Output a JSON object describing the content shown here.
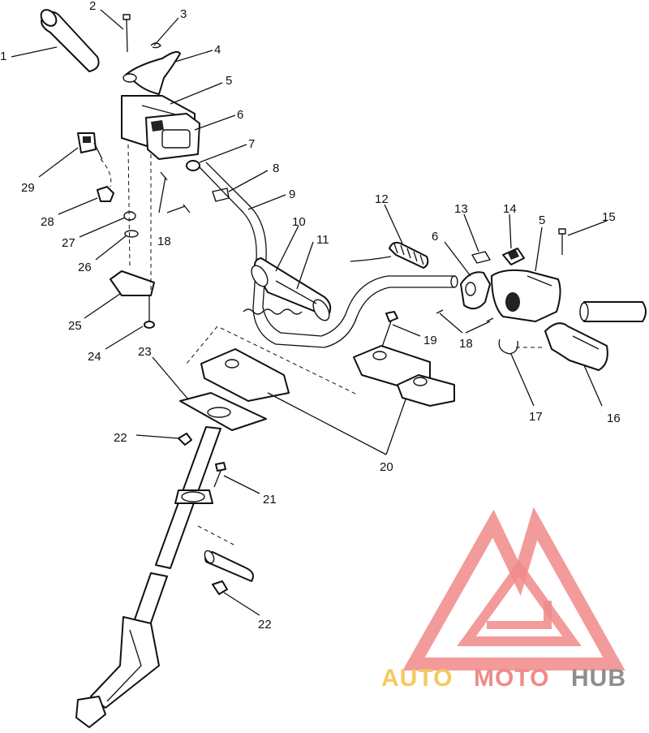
{
  "callouts": [
    "1",
    "2",
    "3",
    "4",
    "5",
    "6",
    "7",
    "8",
    "9",
    "10",
    "11",
    "12",
    "13",
    "14",
    "5",
    "15",
    "29",
    "28",
    "27",
    "26",
    "18",
    "6",
    "18",
    "25",
    "24",
    "23",
    "19",
    "17",
    "16",
    "22",
    "20",
    "21",
    "22"
  ],
  "watermark": {
    "part1": "AUTO",
    "part2": "MOTO",
    "part3": "HUB",
    "color1": "#f5c95c",
    "color2": "#f08a88",
    "color3": "#8e8e8e",
    "logo_color": "#f08a88"
  }
}
